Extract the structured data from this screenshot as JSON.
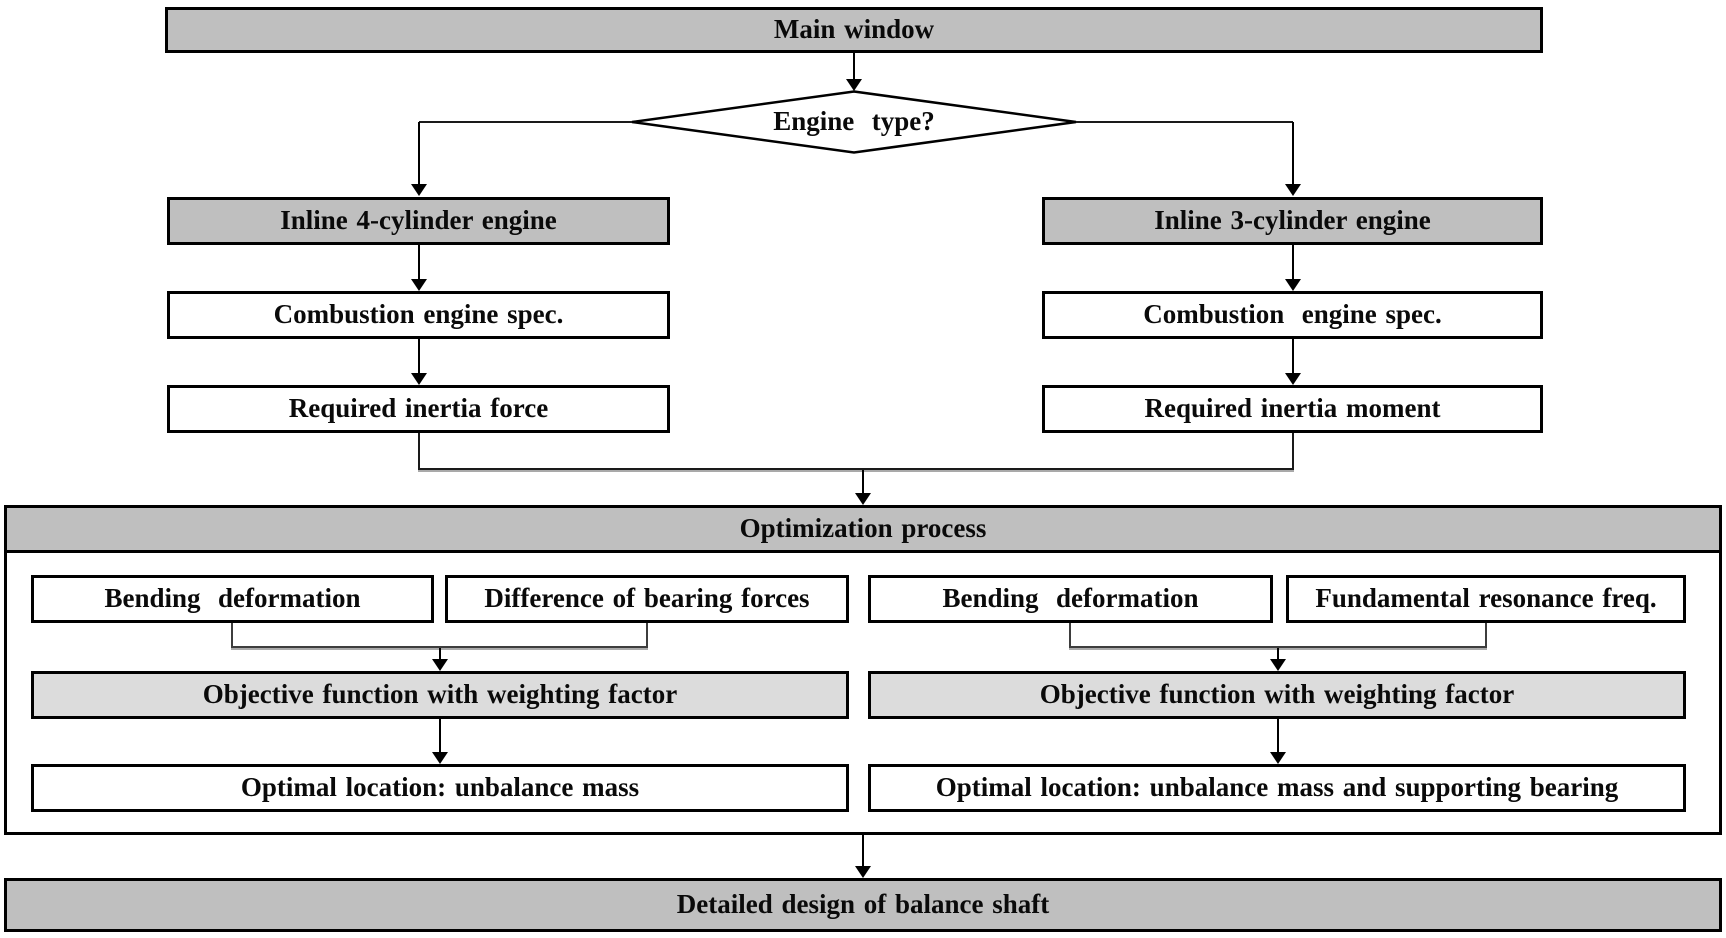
{
  "colors": {
    "box_fill_dark_gray": "#bfbfbf",
    "box_fill_light_gray": "#dcdcdc",
    "box_fill_white": "#ffffff",
    "border_black": "#000000"
  },
  "flowchart": {
    "main_window": "Main window",
    "decision": "Engine  type?",
    "left_branch": {
      "engine": "Inline 4-cylinder engine",
      "spec": "Combustion engine spec.",
      "requirement": "Required inertia force"
    },
    "right_branch": {
      "engine": "Inline 3-cylinder engine",
      "spec": "Combustion  engine spec.",
      "requirement": "Required inertia moment"
    },
    "optimization": {
      "title": "Optimization process",
      "left": {
        "input1": "Bending  deformation",
        "input2": "Difference of bearing forces",
        "objective": "Objective function with weighting factor",
        "result": "Optimal location: unbalance mass"
      },
      "right": {
        "input1": "Bending  deformation",
        "input2": "Fundamental resonance freq.",
        "objective": "Objective function with weighting factor",
        "result": "Optimal location: unbalance mass and supporting bearing"
      }
    },
    "final": "Detailed design of balance shaft"
  }
}
